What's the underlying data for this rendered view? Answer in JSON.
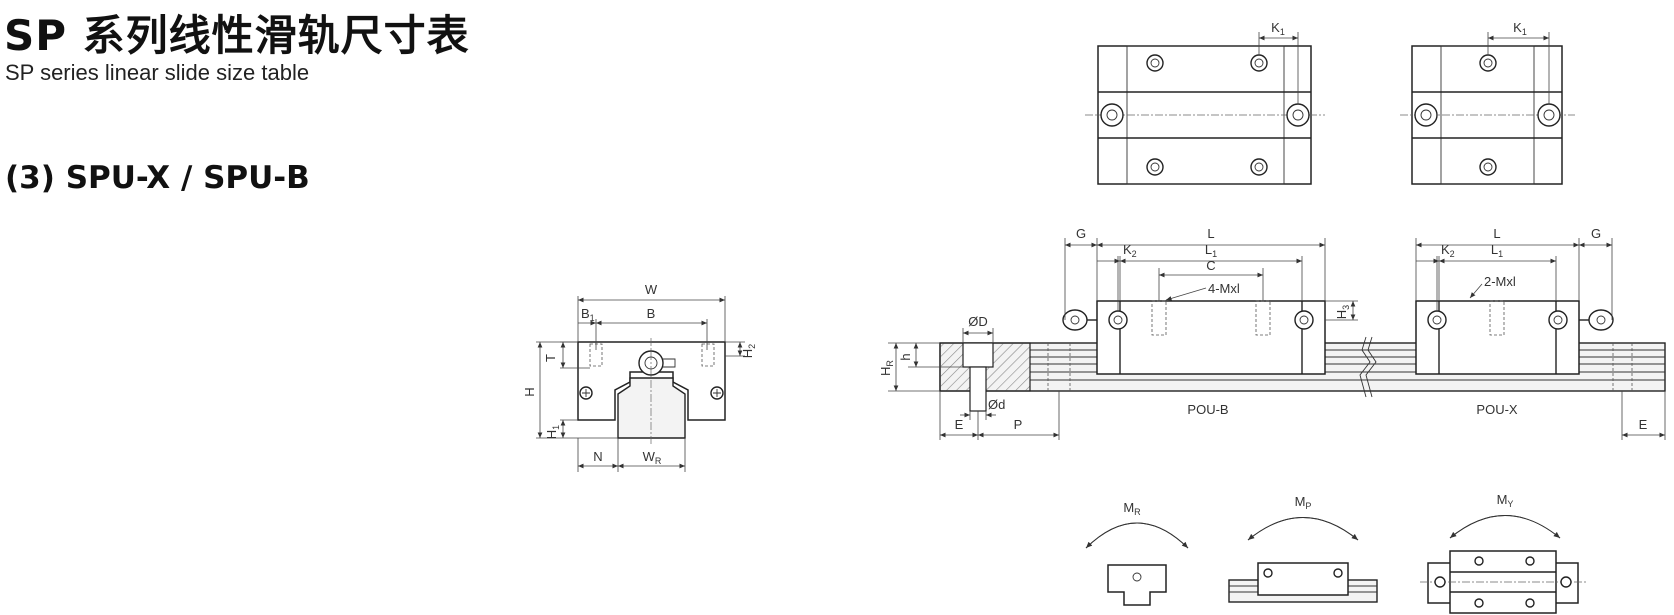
{
  "header": {
    "title_cn": "SP 系列线性滑轨尺寸表",
    "title_en": "SP series linear slide size table",
    "section_title": "(3) SPU-X / SPU-B"
  },
  "diagram": {
    "labels": {
      "W": "W",
      "B1": "B",
      "B1_sub": "1",
      "B": "B",
      "T": "T",
      "H2": "H",
      "H2_sub": "2",
      "H": "H",
      "H1": "H",
      "H1_sub": "1",
      "N": "N",
      "WR": "W",
      "WR_sub": "R",
      "K1_a": "K",
      "K1_a_sub": "1",
      "K1_b": "K",
      "K1_b_sub": "1",
      "G_left": "G",
      "G_right": "G",
      "K2_left": "K",
      "K2_left_sub": "2",
      "K2_right": "K",
      "K2_right_sub": "2",
      "L_left": "L",
      "L1_left": "L",
      "L1_left_sub": "1",
      "L_right": "L",
      "L1_right": "L",
      "L1_right_sub": "1",
      "C": "C",
      "tap4": "4-Mxl",
      "tap2": "2-Mxl",
      "H3": "H",
      "H3_sub": "3",
      "HR": "H",
      "HR_sub": "R",
      "h": "h",
      "phiD": "ØD",
      "phid": "Ød",
      "E_left": "E",
      "P": "P",
      "E_right": "E",
      "pou_b": "POU-B",
      "pou_x": "POU-X",
      "MR": "M",
      "MR_sub": "R",
      "MP": "M",
      "MP_sub": "P",
      "MY": "M",
      "MY_sub": "Y"
    }
  }
}
